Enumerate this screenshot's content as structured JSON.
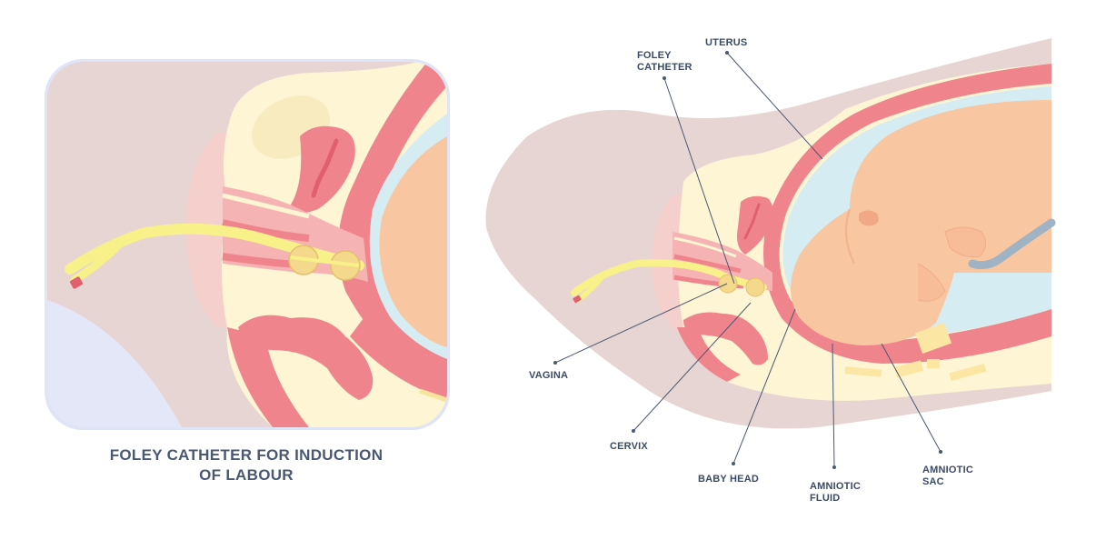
{
  "caption": {
    "line1": "FOLEY CATHETER FOR INDUCTION",
    "line2": "OF LABOUR"
  },
  "labels": {
    "foley_catheter": [
      "FOLEY",
      "CATHETER"
    ],
    "uterus": "UTERUS",
    "vagina": "VAGINA",
    "cervix": "CERVIX",
    "baby_head": "BABY HEAD",
    "amniotic_fluid": [
      "AMNIOTIC",
      "FLUID"
    ],
    "amniotic_sac": [
      "AMNIOTIC",
      "SAC"
    ]
  },
  "colors": {
    "body": "#e6d5d3",
    "fat": "#fdf5d3",
    "tissue": "#f0848c",
    "tissue_light": "#f6b3b4",
    "fluid": "#d6ecf3",
    "baby": "#f8c6a0",
    "catheter": "#f8f089",
    "balloon": "#f4d98c",
    "frame": "#dfe4f7",
    "label": "#3b4a66"
  }
}
